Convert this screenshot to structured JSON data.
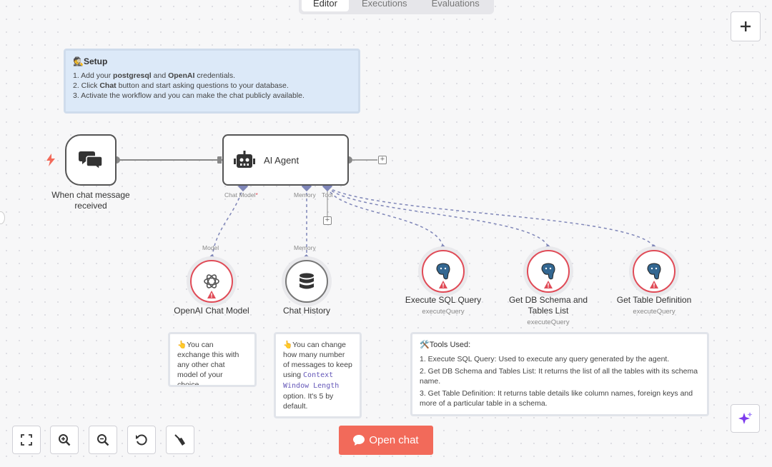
{
  "tabs": [
    {
      "label": "Editor",
      "active": true
    },
    {
      "label": "Executions",
      "active": false
    },
    {
      "label": "Evaluations",
      "active": false
    }
  ],
  "setup_note": {
    "emoji": "🕵️",
    "title": "Setup",
    "steps": [
      [
        "1. Add your ",
        "postgresql",
        " and ",
        "OpenAI",
        " credentials."
      ],
      [
        "2. Click ",
        "Chat",
        " button and start asking questions to your database."
      ],
      [
        "3. Activate the workflow and you can make the chat publicly available."
      ]
    ]
  },
  "nodes": {
    "trigger": {
      "label": "When chat message received",
      "icon": "chat-bubbles-icon"
    },
    "agent": {
      "label": "AI Agent",
      "icon": "robot-icon"
    },
    "openai": {
      "label": "OpenAI Chat Model",
      "icon": "openai-icon"
    },
    "memory": {
      "label": "Chat History",
      "icon": "database-icon"
    },
    "execute_sql": {
      "label": "Execute SQL Query",
      "sub": "executeQuery",
      "icon": "postgres-icon"
    },
    "schema": {
      "label_line1": "Get DB Schema and",
      "label_line2": "Tables List",
      "sub": "executeQuery",
      "icon": "postgres-icon"
    },
    "table_def": {
      "label": "Get Table Definition",
      "sub": "executeQuery",
      "icon": "postgres-icon"
    }
  },
  "ports": {
    "chat_model": "Chat Model",
    "chat_model_req": "*",
    "memory": "Memory",
    "tool": "Tool",
    "model_in": "Model",
    "memory_in": "Memory"
  },
  "notes": {
    "openai": {
      "emoji": "👆",
      "text": "You can exchange this with any other chat model of your choice."
    },
    "memory": {
      "emoji": "👆",
      "text_before": "You can change how many number of messages to keep using ",
      "code": "Context Window Length",
      "text_after": " option. It's 5 by default."
    },
    "tools": {
      "emoji": "🛠️",
      "title": "Tools Used:",
      "items": [
        "1. Execute SQL Query: Used to execute any query generated by the agent.",
        "2. Get DB Schema and Tables List: It returns the list of all the tables with its schema name.",
        "3. Get Table Definition: It returns table details like column names, foreign keys and more of a particular table in a schema."
      ]
    }
  },
  "buttons": {
    "open_chat": "Open chat",
    "add_node": "+"
  },
  "colors": {
    "accent": "#f26a5a",
    "error": "#e04b57",
    "port": "#7f86b8",
    "sticky_blue": "#dce9f8"
  }
}
